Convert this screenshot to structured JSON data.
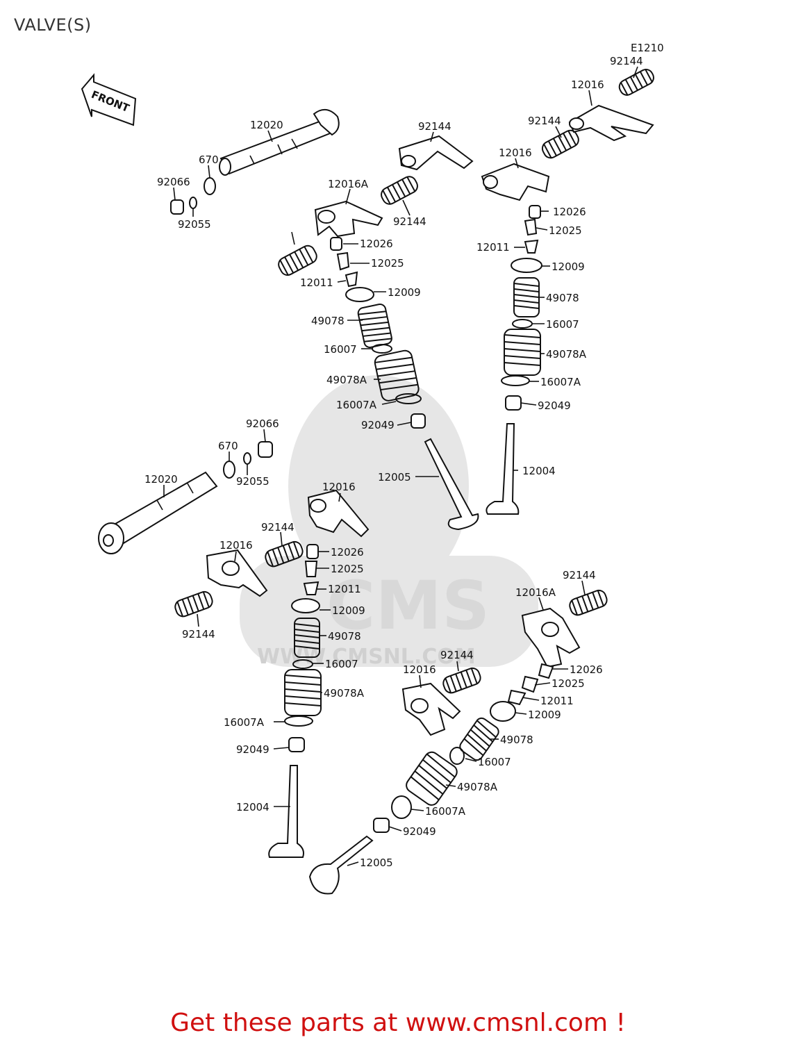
{
  "title": "VALVE(S)",
  "diagram_code": "E1210",
  "front_label": "FRONT",
  "watermark": {
    "brand": "CMS",
    "url": "WWW.CMSNL.COM"
  },
  "footer": {
    "prefix": "Get these parts at ",
    "link": "www.cmsnl.com",
    "suffix": " !"
  },
  "callouts": [
    "92144",
    "12016",
    "92144",
    "12016",
    "12020",
    "670",
    "92066",
    "92055",
    "12016A",
    "92144",
    "92144",
    "12026",
    "12025",
    "12011",
    "12009",
    "49078",
    "16007",
    "49078A",
    "16007A",
    "92049",
    "12005",
    "12026",
    "12025",
    "12011",
    "12009",
    "49078",
    "16007",
    "49078A",
    "16007A",
    "92049",
    "12004",
    "92066",
    "670",
    "92055",
    "12020",
    "12016",
    "92144",
    "12016",
    "12026",
    "12025",
    "12011",
    "12009",
    "92144",
    "49078",
    "16007",
    "49078A",
    "16007A",
    "92049",
    "12004",
    "92144",
    "12016A",
    "12026",
    "12025",
    "12011",
    "12009",
    "92144",
    "12016",
    "49078",
    "16007",
    "49078A",
    "16007A",
    "92049",
    "12005"
  ],
  "colors": {
    "footer": "#d01010",
    "ink": "#111111",
    "watermark": "#e6e6e6"
  }
}
